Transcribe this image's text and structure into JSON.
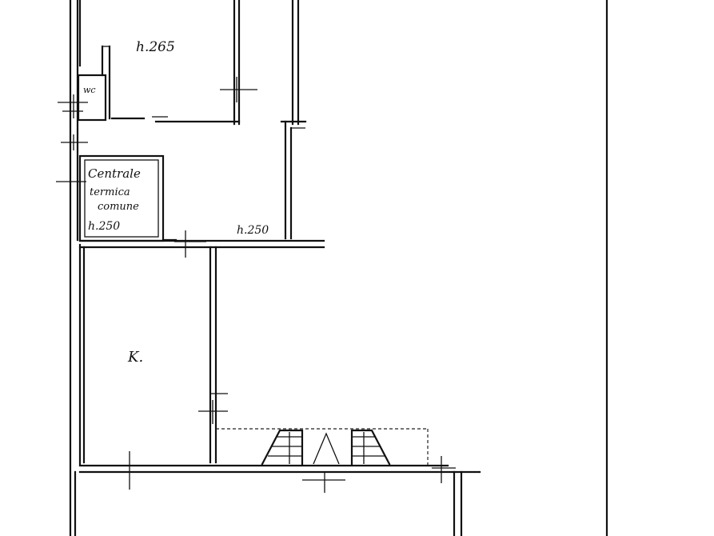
{
  "labels": {
    "height_main": "h.265",
    "wc": "wc",
    "heating_line1": "Centrale",
    "heating_line2": "termica",
    "heating_line3": "comune",
    "height_heating": "h.250",
    "height_corridor": "h.250",
    "kitchen": "K."
  }
}
